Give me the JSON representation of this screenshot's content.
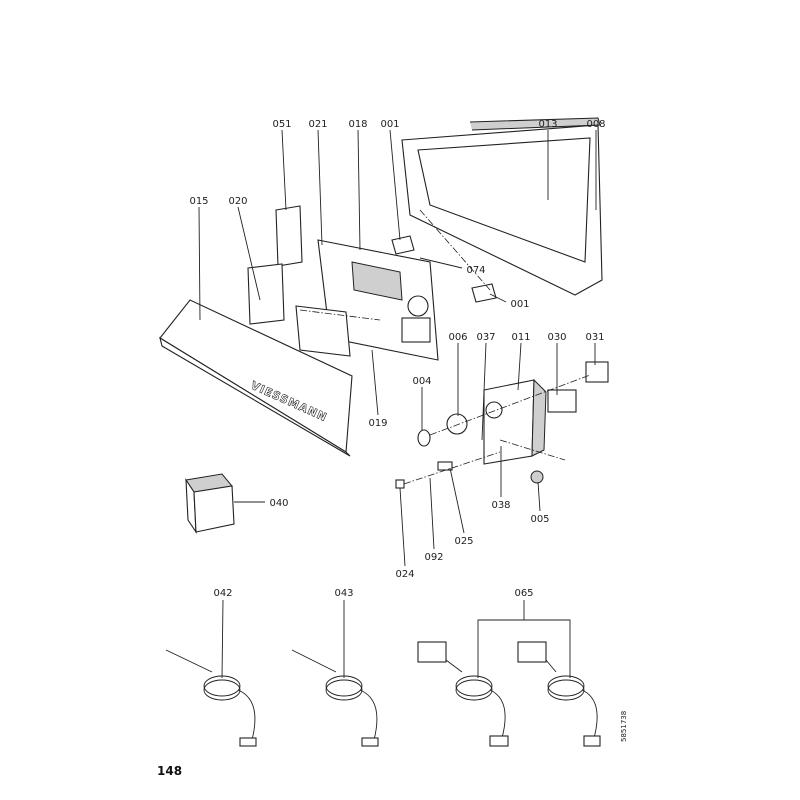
{
  "page_number": "148",
  "document_number": "5851738",
  "brand_logo": "VIESSMANN",
  "part_labels": {
    "p051": "051",
    "p021": "021",
    "p018": "018",
    "p001a": "001",
    "p013": "013",
    "p008": "008",
    "p015": "015",
    "p020": "020",
    "p074": "074",
    "p001b": "001",
    "p006": "006",
    "p037": "037",
    "p011": "011",
    "p030": "030",
    "p031": "031",
    "p004": "004",
    "p019": "019",
    "p040": "040",
    "p038": "038",
    "p005": "005",
    "p025": "025",
    "p092": "092",
    "p024": "024",
    "p042": "042",
    "p043": "043",
    "p065": "065"
  }
}
